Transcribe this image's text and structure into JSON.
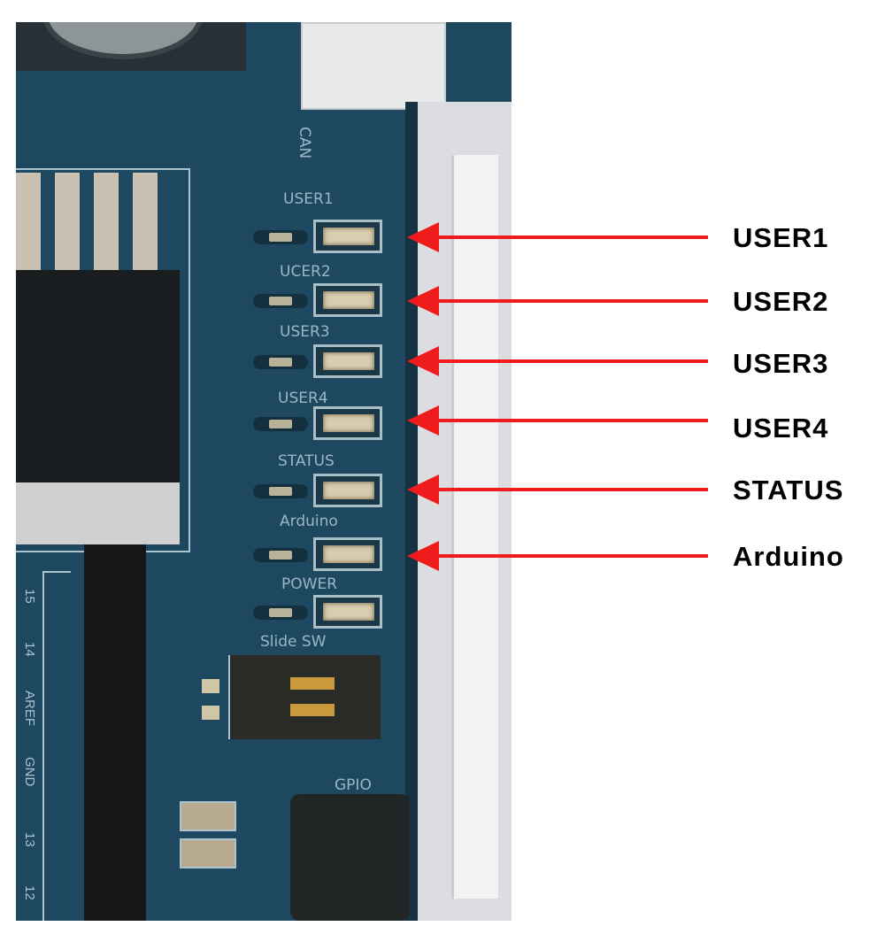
{
  "callouts": [
    {
      "label": "USER1"
    },
    {
      "label": "USER2"
    },
    {
      "label": "USER3"
    },
    {
      "label": "USER4"
    },
    {
      "label": "STATUS"
    },
    {
      "label": "Arduino"
    }
  ],
  "silkscreen": {
    "can": "CAN",
    "leds": [
      "USER1",
      "UCER2",
      "USER3",
      "USER4",
      "STATUS",
      "Arduino",
      "POWER"
    ],
    "slide_sw": "Slide SW",
    "gpio": "GPIO",
    "pins": [
      "15",
      "14",
      "AREF",
      "GND",
      "13",
      "12"
    ]
  },
  "colors": {
    "arrow": "#ee1c1c",
    "pcb": "#1e4760"
  }
}
